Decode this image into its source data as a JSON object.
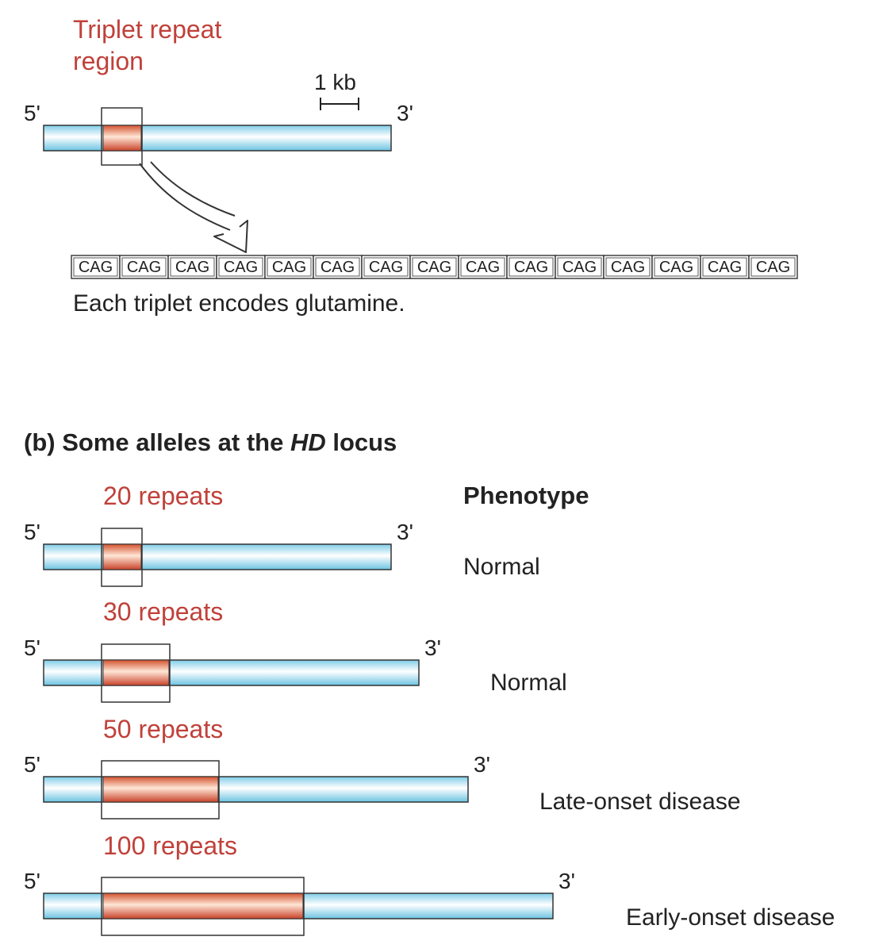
{
  "part_a": {
    "region_label_line1": "Triplet repeat",
    "region_label_line2": "region",
    "scale_label": "1 kb",
    "five_prime": "5'",
    "three_prime": "3'",
    "triplets": [
      "CAG",
      "CAG",
      "CAG",
      "CAG",
      "CAG",
      "CAG",
      "CAG",
      "CAG",
      "CAG",
      "CAG",
      "CAG",
      "CAG",
      "CAG",
      "CAG",
      "CAG"
    ],
    "caption": "Each triplet encodes glutamine."
  },
  "part_b": {
    "heading_prefix": "(b)  Some alleles at the ",
    "heading_italic": "HD",
    "heading_suffix": " locus",
    "phenotype_header": "Phenotype",
    "alleles": [
      {
        "repeats_label": "20 repeats",
        "repeat_count": 20,
        "five_prime": "5'",
        "three_prime": "3'",
        "phenotype": "Normal"
      },
      {
        "repeats_label": "30 repeats",
        "repeat_count": 30,
        "five_prime": "5'",
        "three_prime": "3'",
        "phenotype": "Normal"
      },
      {
        "repeats_label": "50 repeats",
        "repeat_count": 50,
        "five_prime": "5'",
        "three_prime": "3'",
        "phenotype": "Late-onset disease"
      },
      {
        "repeats_label": "100 repeats",
        "repeat_count": 100,
        "five_prime": "5'",
        "three_prime": "3'",
        "phenotype": "Early-onset disease"
      }
    ]
  },
  "colors": {
    "dna_blue": "#8fd6ee",
    "dna_highlight": "#ffffff",
    "repeat_red": "#cf4a2e",
    "repeat_highlight": "#ffe2cf",
    "label_red": "#c0413a",
    "text": "#222222"
  }
}
